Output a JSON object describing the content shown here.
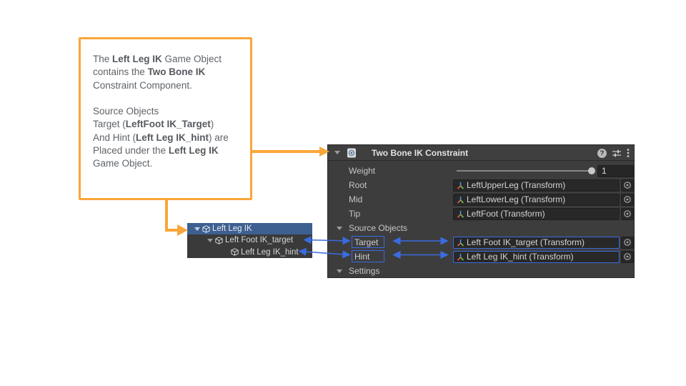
{
  "colors": {
    "accent_orange": "#F9A63A",
    "link_blue": "#3A6BDF",
    "selection_blue": "#3D6091",
    "panel_bg": "#3D3D3D",
    "field_bg": "#282828"
  },
  "icons": {
    "help": "?"
  },
  "callout": {
    "line1": {
      "pre": "The ",
      "bold": "Left Leg IK",
      "post": " Game Object"
    },
    "line2": {
      "pre": "contains the ",
      "bold": "Two Bone IK",
      "post": ""
    },
    "line3": {
      "pre": "Constraint Component.",
      "bold": "",
      "post": ""
    },
    "line5": {
      "pre": "Source Objects",
      "bold": "",
      "post": ""
    },
    "line6": {
      "pre": "Target (",
      "bold": "LeftFoot IK_Target",
      "post": ")"
    },
    "line7": {
      "pre": "And Hint (",
      "bold": "Left Leg IK_hint",
      "post": ") are"
    },
    "line8": {
      "pre": "Placed under the ",
      "bold": "Left Leg IK",
      "post": ""
    },
    "line9": {
      "pre": "Game Object.",
      "bold": "",
      "post": ""
    }
  },
  "hierarchy": {
    "items": [
      {
        "label": "Left Leg IK",
        "selected": true
      },
      {
        "label": "Left Foot IK_target",
        "selected": false
      },
      {
        "label": "Left Leg IK_hint",
        "selected": false
      }
    ]
  },
  "inspector": {
    "title": "Two Bone IK Constraint",
    "weight_label": "Weight",
    "weight_value": "1",
    "rows": [
      {
        "label": "Root",
        "value": "LeftUpperLeg (Transform)"
      },
      {
        "label": "Mid",
        "value": "LeftLowerLeg (Transform)"
      },
      {
        "label": "Tip",
        "value": "LeftFoot (Transform)"
      }
    ],
    "source_objects_header": "Source Objects",
    "target_label": "Target",
    "target_value": "Left Foot IK_target (Transform)",
    "hint_label": "Hint",
    "hint_value": "Left Leg IK_hint (Transform)",
    "settings_header": "Settings"
  }
}
